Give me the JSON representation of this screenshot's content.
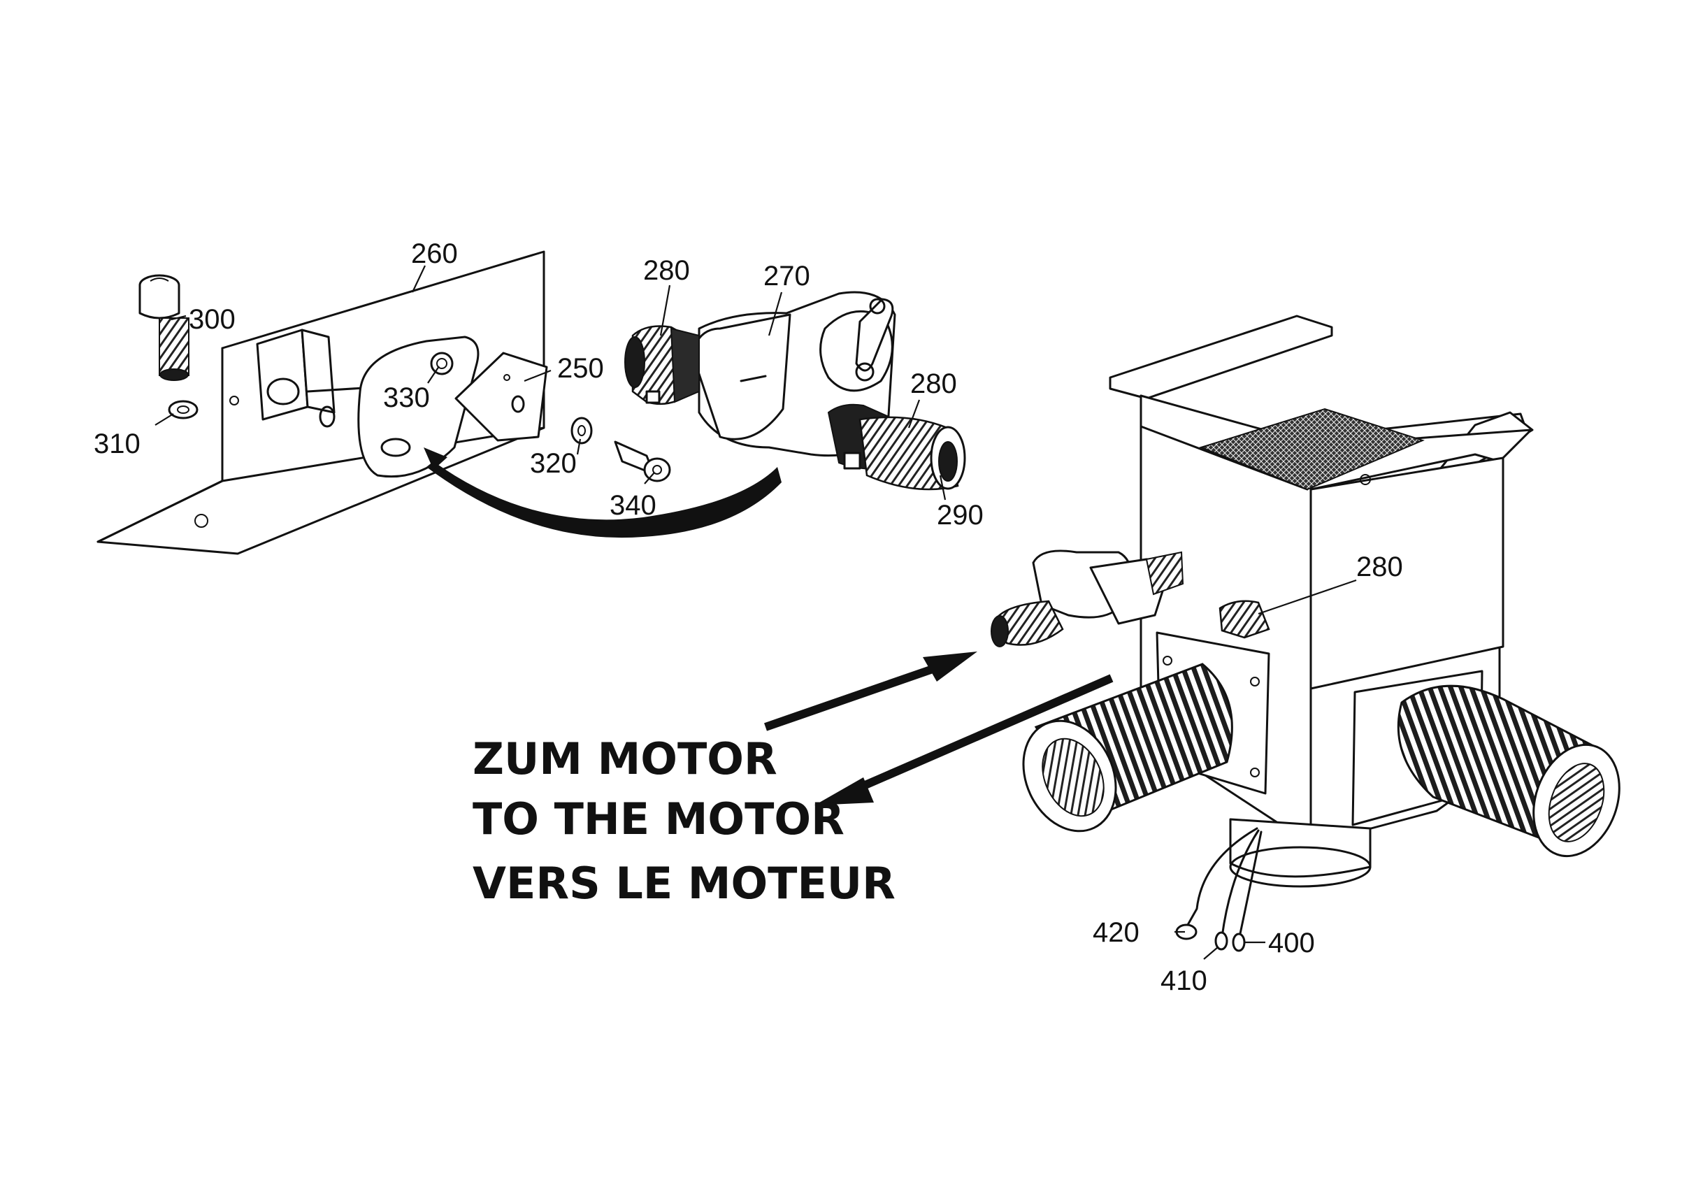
{
  "part_labels": {
    "p260": "260",
    "p300": "300",
    "p310": "310",
    "p330": "330",
    "p250": "250",
    "p320": "320",
    "p340": "340",
    "p280_top": "280",
    "p270": "270",
    "p280_right": "280",
    "p290": "290",
    "p280_box": "280",
    "p420": "420",
    "p410": "410",
    "p400": "400"
  },
  "caption": {
    "line1": "ZUM MOTOR",
    "line2": "TO THE MOTOR",
    "line3": "VERS LE MOTEUR"
  },
  "colors": {
    "ink": "#111111",
    "paper": "#ffffff"
  }
}
